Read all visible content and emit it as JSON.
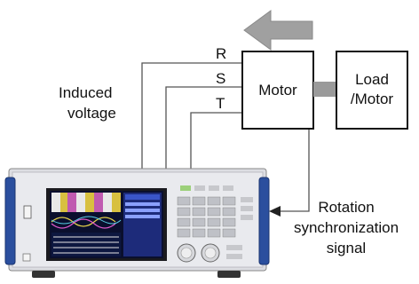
{
  "labels": {
    "induced": "Induced",
    "voltage": "voltage",
    "motor": "Motor",
    "load_line1": "Load",
    "load_line2": "/Motor",
    "rotation": "Rotation",
    "synchronization": "synchronization",
    "signal": "signal"
  },
  "phases": [
    "R",
    "S",
    "T"
  ],
  "colors": {
    "line": "#555555",
    "arrow_fill": "#a0a0a0",
    "coupling": "#9a9a9a",
    "box_border": "#111111",
    "instrument_body": "#dcdde2",
    "screen_bg": "#0a0f2e",
    "side_handle": "#2b4f9e"
  },
  "device_icons": [
    "power-analyzer-icon"
  ]
}
